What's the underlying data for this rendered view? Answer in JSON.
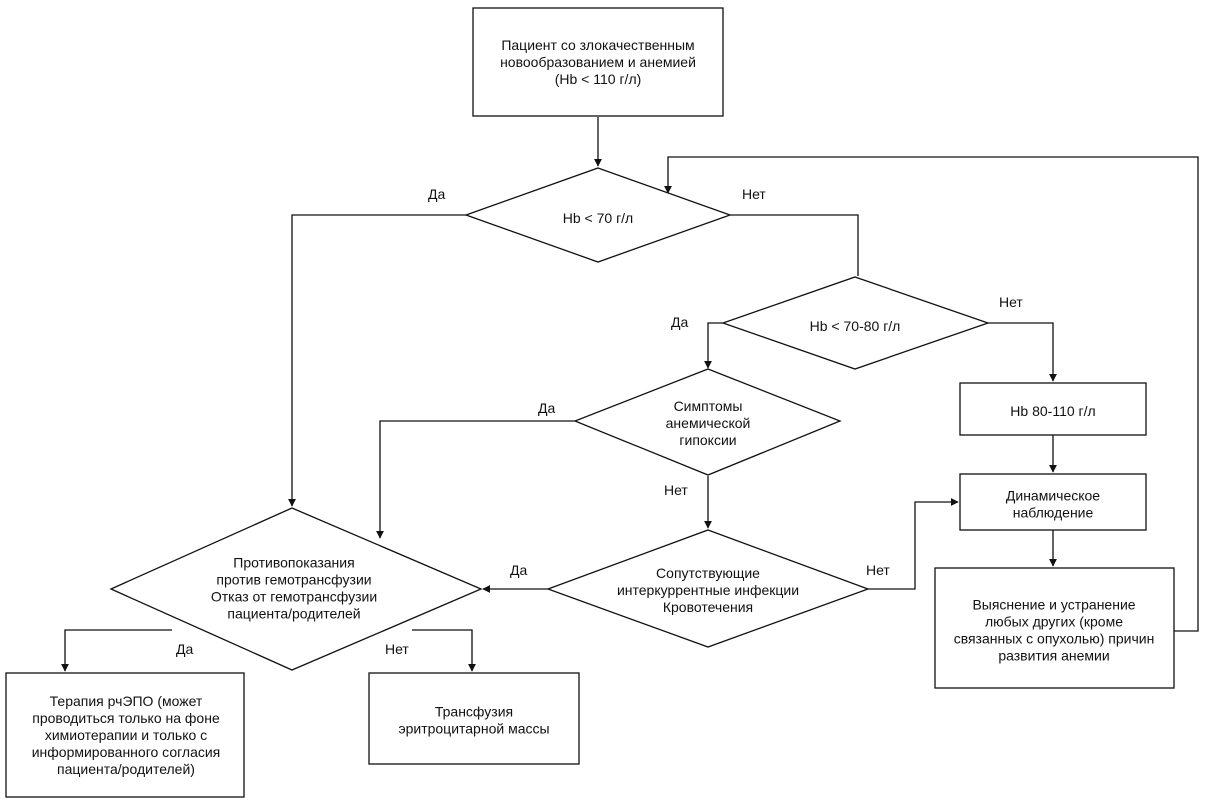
{
  "nodes": {
    "start": {
      "lines": [
        "Пациент со злокачественным",
        "новообразованием и анемией",
        "(Hb < 110 г/л)"
      ]
    },
    "hb70": {
      "lines": [
        "Hb < 70 г/л"
      ]
    },
    "hb7080": {
      "lines": [
        "Hb < 70-80 г/л"
      ]
    },
    "symptoms": {
      "lines": [
        "Симптомы",
        "анемической",
        "гипоксии"
      ]
    },
    "hb80110": {
      "lines": [
        "Hb 80-110 г/л"
      ]
    },
    "observation": {
      "lines": [
        "Динамическое",
        "наблюдение"
      ]
    },
    "infections": {
      "lines": [
        "Сопутствующие",
        "интеркуррентные инфекции",
        "Кровотечения"
      ]
    },
    "contra": {
      "lines": [
        "Противопоказания",
        "против гемотрансфузии",
        "Отказ от гемотрансфузии",
        "пациента/родителей"
      ]
    },
    "clarify": {
      "lines": [
        "Выяснение и устранение",
        "любых других (кроме",
        "связанных с опухолью) причин",
        "развития анемии"
      ]
    },
    "epo": {
      "lines": [
        "Терапия рчЭПО (может",
        "проводиться только на фоне",
        "химиотерапии и только с",
        "информированного согласия",
        "пациента/родителей)"
      ]
    },
    "transfusion": {
      "lines": [
        "Трансфузия",
        "эритроцитарной массы"
      ]
    }
  },
  "edge_labels": {
    "hb70_yes": "Да",
    "hb70_no": "Нет",
    "hb7080_yes": "Да",
    "hb7080_no": "Нет",
    "symptoms_yes": "Да",
    "symptoms_no": "Нет",
    "infections_yes": "Да",
    "infections_no": "Нет",
    "contra_yes": "Да",
    "contra_no": "Нет"
  }
}
